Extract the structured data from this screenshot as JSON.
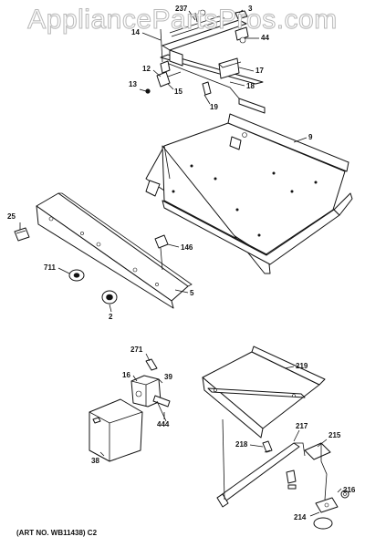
{
  "watermark": "AppliancePartsPros.com",
  "art_number": "(ART NO. WB11438) C2",
  "callouts": {
    "c237": "237",
    "c3": "3",
    "c14": "14",
    "c44": "44",
    "c17": "17",
    "c12": "12",
    "c13": "13",
    "c15": "15",
    "c18": "18",
    "c19": "19",
    "c9": "9",
    "c25": "25",
    "c146": "146",
    "c711": "711",
    "c5": "5",
    "c2": "2",
    "c271": "271",
    "c16": "16",
    "c39": "39",
    "c444": "444",
    "c38": "38",
    "c219": "219",
    "c217": "217",
    "c218": "218",
    "c215": "215",
    "c216": "216",
    "c214": "214"
  }
}
